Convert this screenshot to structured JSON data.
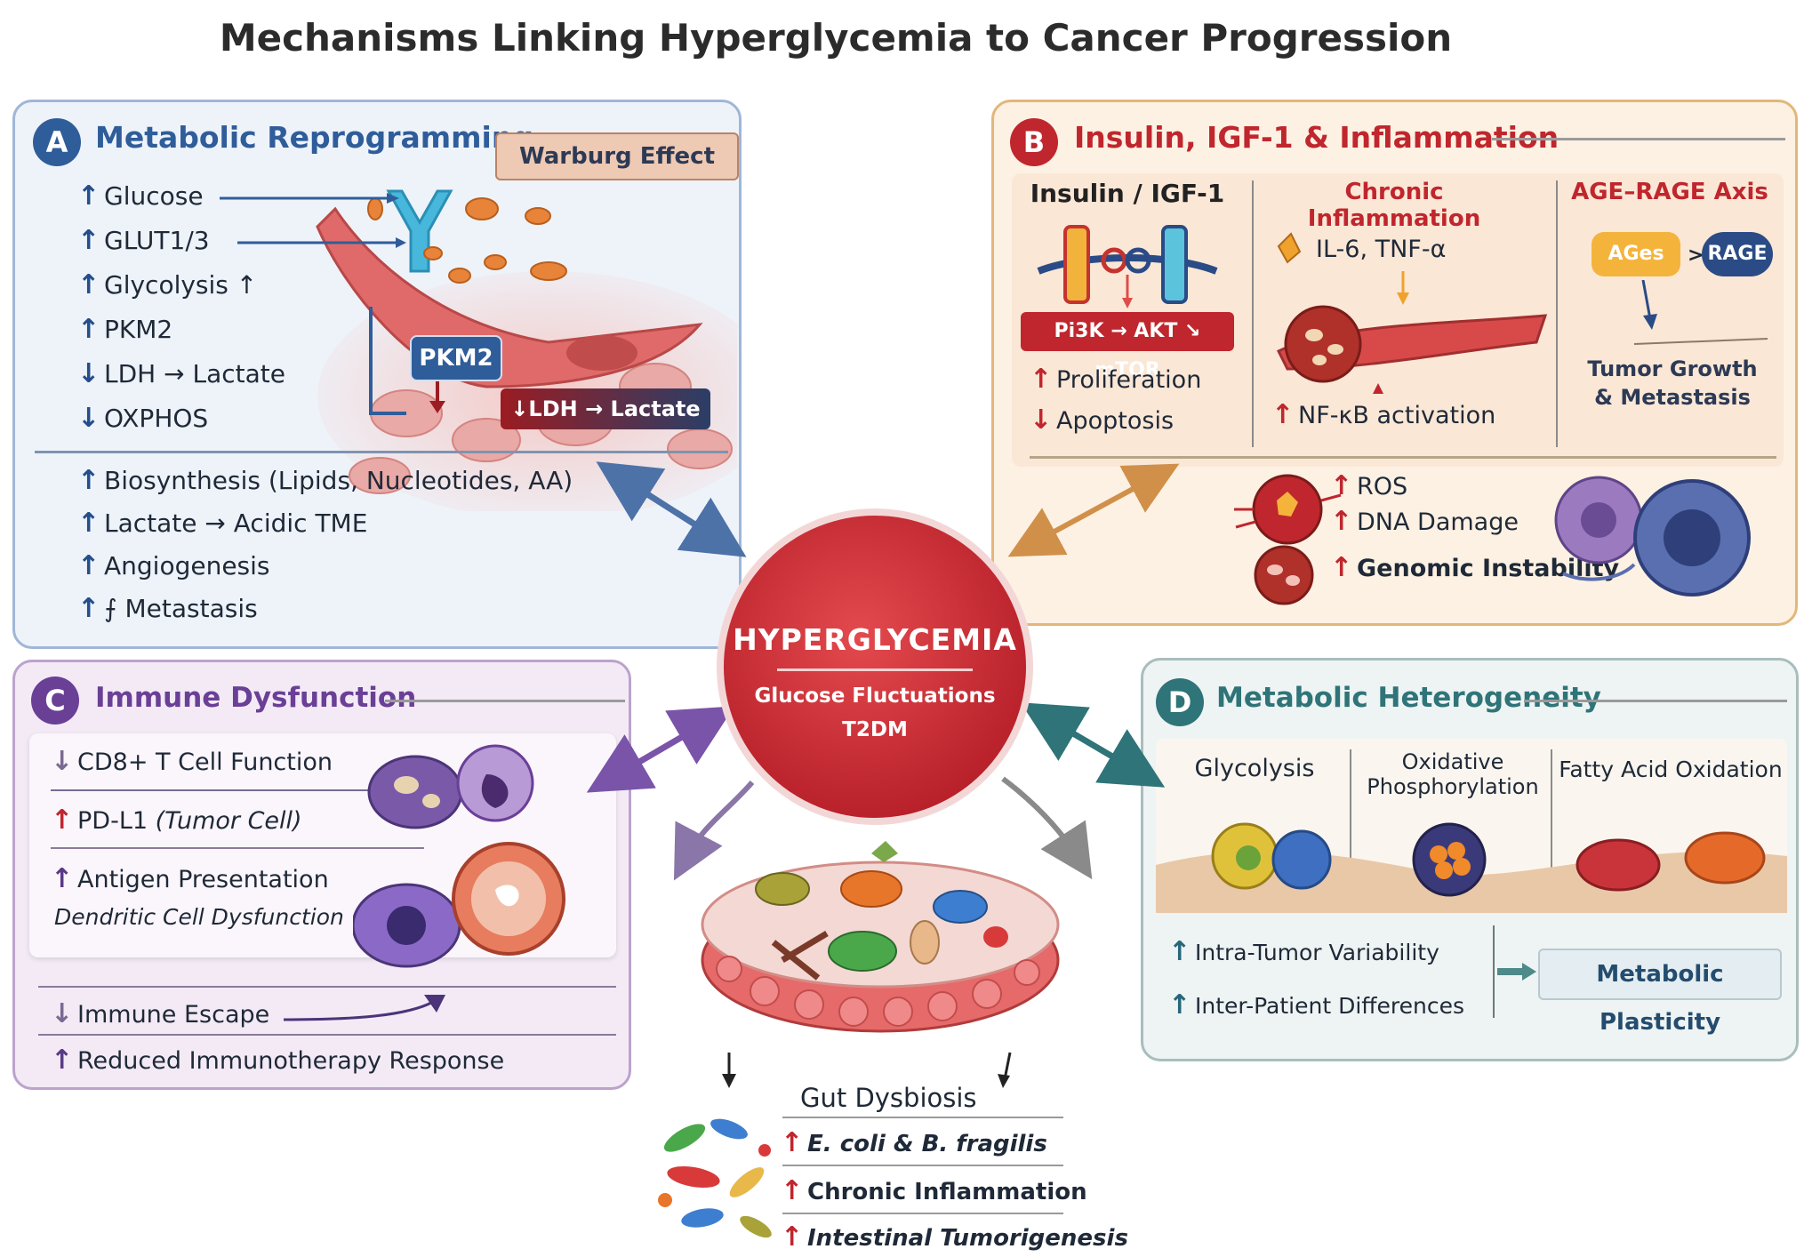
{
  "title": "Mechanisms Linking Hyperglycemia to Cancer Progression",
  "center": {
    "title": "HYPERGLYCEMIA",
    "sub1": "Glucose Fluctuations",
    "sub2": "T2DM"
  },
  "panelA": {
    "badge": "A",
    "title": "Metabolic Reprogramming",
    "banner": "Warburg Effect",
    "pkm2_label": "PKM2",
    "ldh_label": "↓LDH → Lactate",
    "items_top": [
      "Glucose",
      "GLUT1/3",
      "Glycolysis ↑",
      "PKM2",
      "LDH → Lactate",
      "OXPHOS"
    ],
    "items_bottom": [
      "Biosynthesis (Lipids, Nucleotides, AA)",
      "Lactate → Acidic TME",
      "Angiogenesis",
      "⨍ Metastasis"
    ]
  },
  "panelB": {
    "badge": "B",
    "title": "Insulin, IGF-1 & Inflammation",
    "col1_title": "Insulin / IGF-1",
    "pathway": "Pi3K → AKT ↘ mTOR",
    "proliferation": "Proliferation",
    "apoptosis": "Apoptosis",
    "col2_title": "Chronic Inflammation",
    "cytokines": "IL-6, TNF-α",
    "nfkb": "NF-κB activation",
    "col3_title": "AGE–RAGE Axis",
    "ages": "AGes",
    "rage": "RAGE",
    "tumor1": "Tumor Growth",
    "tumor2": "& Metastasis",
    "ros": "ROS",
    "dna": "DNA Damage",
    "genomic": "Genomic Instability"
  },
  "panelC": {
    "badge": "C",
    "title": "Immune Dysfunction",
    "cd8": "CD8+ T Cell Function",
    "pdl1": "PD-L1",
    "pdl1_note": "(Tumor Cell)",
    "antigen": "Antigen Presentation",
    "dendritic": "Dendritic Cell Dysfunction",
    "escape": "Immune Escape",
    "reduced": "Reduced Immunotherapy Response"
  },
  "panelD": {
    "badge": "D",
    "title": "Metabolic Heterogeneity",
    "col1": "Glycolysis",
    "col2a": "Oxidative",
    "col2b": "Phosphorylation",
    "col3": "Fatty Acid Oxidation",
    "intra": "Intra-Tumor Variability",
    "inter": "Inter-Patient Differences",
    "plasticity": "Metabolic Plasticity"
  },
  "gut": {
    "title": "Gut Dysbiosis",
    "item1": "E. coli & B. fragilis",
    "item2": "Chronic Inflammation",
    "item3": "Intestinal Tumorigenesis"
  },
  "colors": {
    "blue": "#2f5d9a",
    "red": "#c0262d",
    "purple": "#6a3f96",
    "teal": "#2e7478",
    "center": "#c4262e"
  }
}
